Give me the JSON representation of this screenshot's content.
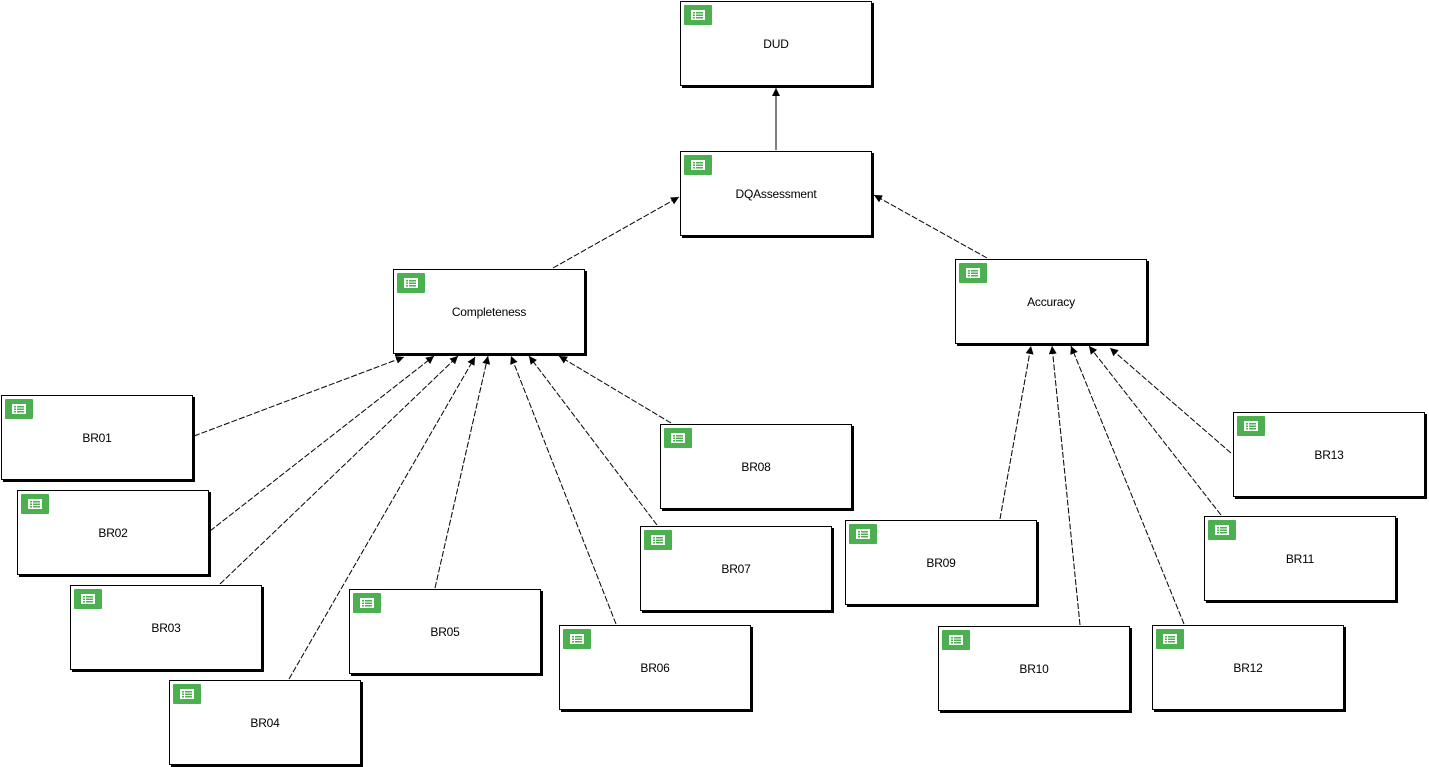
{
  "colors": {
    "badge": "#4caf50",
    "border": "#000000",
    "background": "#ffffff"
  },
  "icon": "entity-card-icon",
  "nodes": [
    {
      "id": "dud",
      "label": "DUD"
    },
    {
      "id": "dqassessment",
      "label": "DQAssessment"
    },
    {
      "id": "completeness",
      "label": "Completeness"
    },
    {
      "id": "accuracy",
      "label": "Accuracy"
    },
    {
      "id": "br01",
      "label": "BR01"
    },
    {
      "id": "br02",
      "label": "BR02"
    },
    {
      "id": "br03",
      "label": "BR03"
    },
    {
      "id": "br04",
      "label": "BR04"
    },
    {
      "id": "br05",
      "label": "BR05"
    },
    {
      "id": "br06",
      "label": "BR06"
    },
    {
      "id": "br07",
      "label": "BR07"
    },
    {
      "id": "br08",
      "label": "BR08"
    },
    {
      "id": "br09",
      "label": "BR09"
    },
    {
      "id": "br10",
      "label": "BR10"
    },
    {
      "id": "br11",
      "label": "BR11"
    },
    {
      "id": "br12",
      "label": "BR12"
    },
    {
      "id": "br13",
      "label": "BR13"
    }
  ],
  "edges": [
    {
      "from": "dqassessment",
      "to": "dud",
      "style": "solid"
    },
    {
      "from": "completeness",
      "to": "dqassessment",
      "style": "dashed"
    },
    {
      "from": "accuracy",
      "to": "dqassessment",
      "style": "dashed"
    },
    {
      "from": "br01",
      "to": "completeness",
      "style": "dashed"
    },
    {
      "from": "br02",
      "to": "completeness",
      "style": "dashed"
    },
    {
      "from": "br03",
      "to": "completeness",
      "style": "dashed"
    },
    {
      "from": "br04",
      "to": "completeness",
      "style": "dashed"
    },
    {
      "from": "br05",
      "to": "completeness",
      "style": "dashed"
    },
    {
      "from": "br06",
      "to": "completeness",
      "style": "dashed"
    },
    {
      "from": "br07",
      "to": "completeness",
      "style": "dashed"
    },
    {
      "from": "br08",
      "to": "completeness",
      "style": "dashed"
    },
    {
      "from": "br09",
      "to": "accuracy",
      "style": "dashed"
    },
    {
      "from": "br10",
      "to": "accuracy",
      "style": "dashed"
    },
    {
      "from": "br11",
      "to": "accuracy",
      "style": "dashed"
    },
    {
      "from": "br12",
      "to": "accuracy",
      "style": "dashed"
    },
    {
      "from": "br13",
      "to": "accuracy",
      "style": "dashed"
    }
  ]
}
